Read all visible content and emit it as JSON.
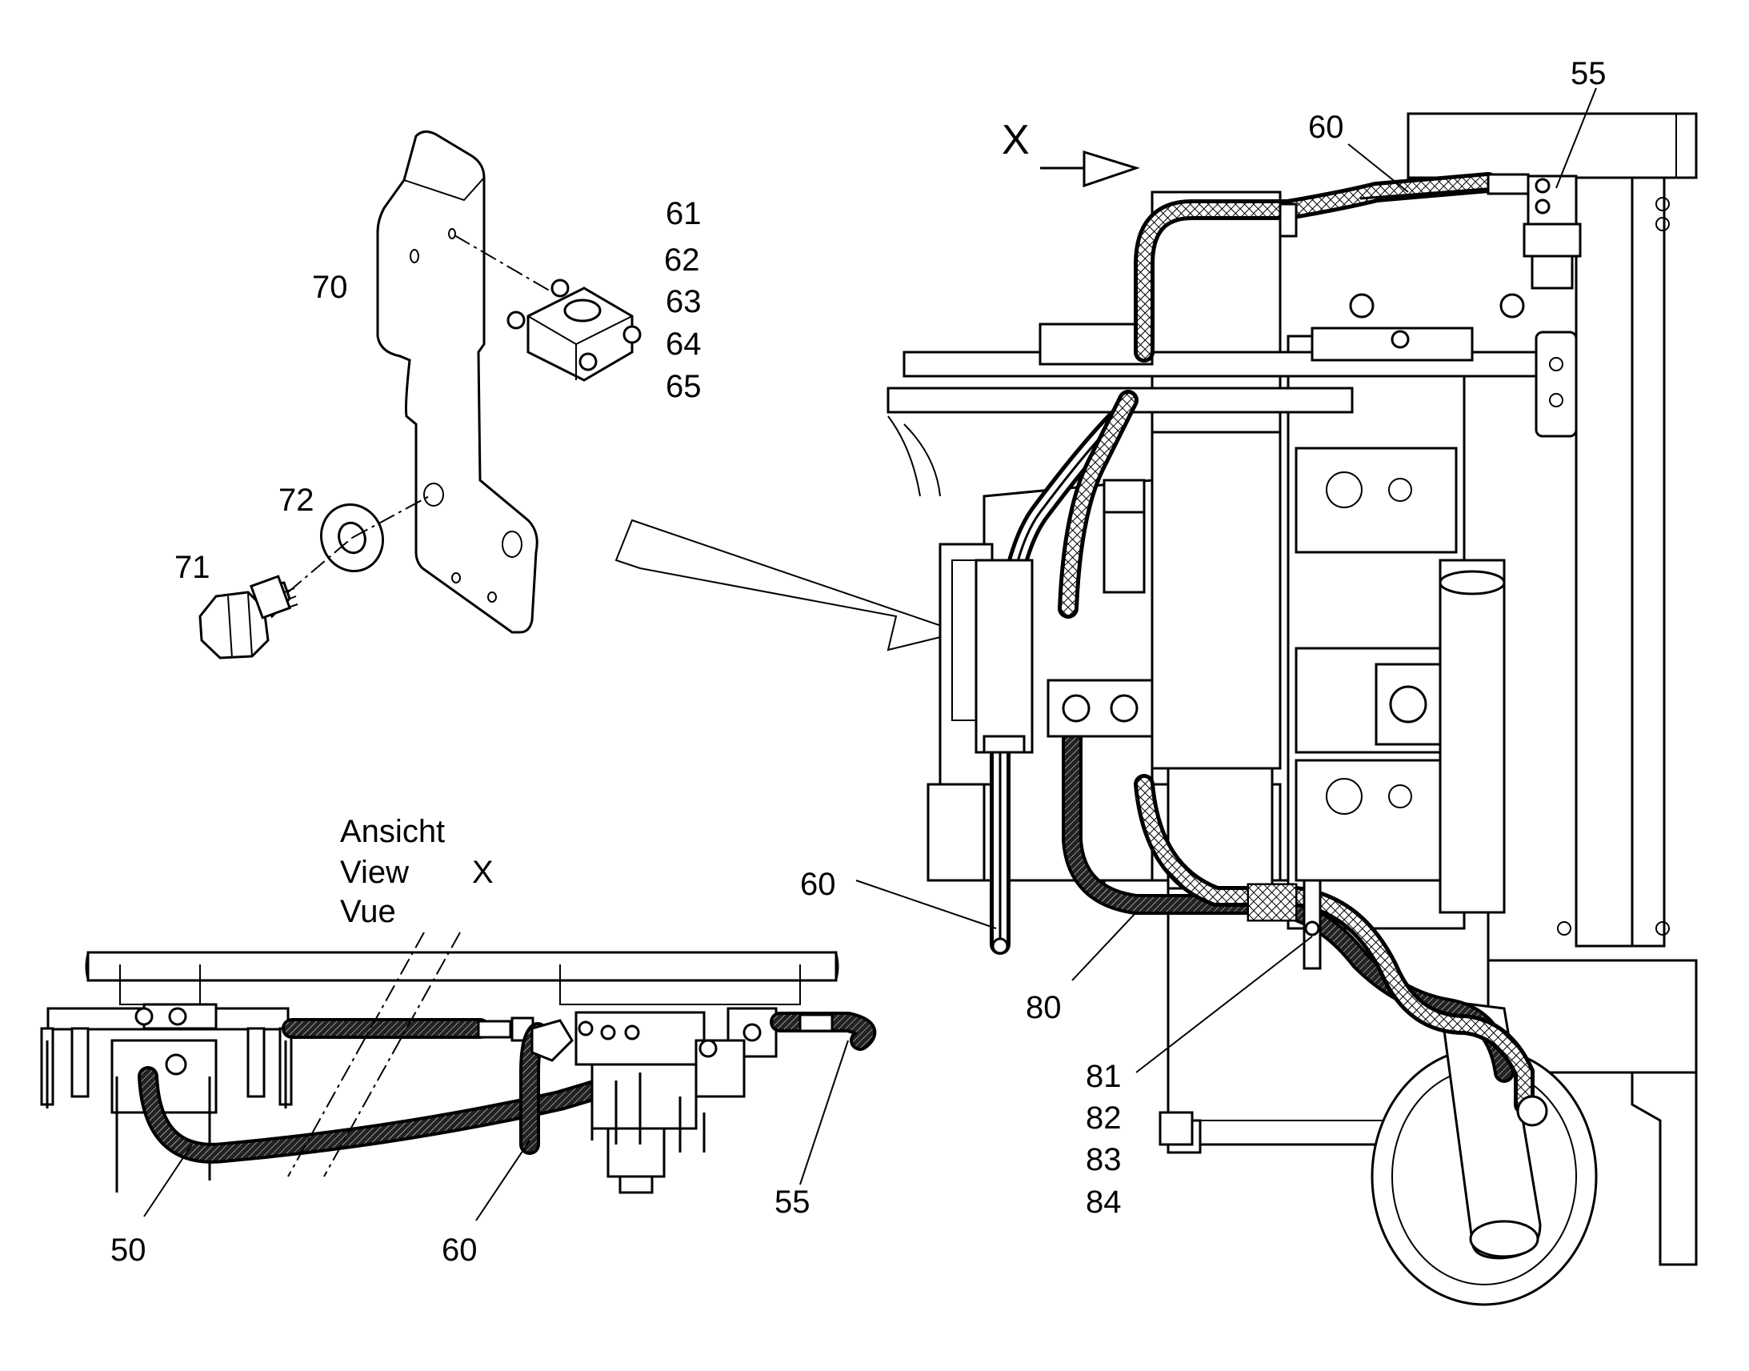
{
  "callouts": {
    "c55_top": "55",
    "c60_top": "60",
    "c61": "61",
    "c62": "62",
    "c63": "63",
    "c64": "64",
    "c65": "65",
    "c70": "70",
    "c72": "72",
    "c71": "71",
    "c60_mid": "60",
    "c80": "80",
    "c81": "81",
    "c82": "82",
    "c83": "83",
    "c84": "84",
    "c50": "50",
    "c60_bottom": "60",
    "c55_bottom": "55"
  },
  "view_marker": {
    "letter": "X"
  },
  "view_caption": {
    "de": "Ansicht",
    "en": "View",
    "fr": "Vue",
    "letter": "X"
  }
}
